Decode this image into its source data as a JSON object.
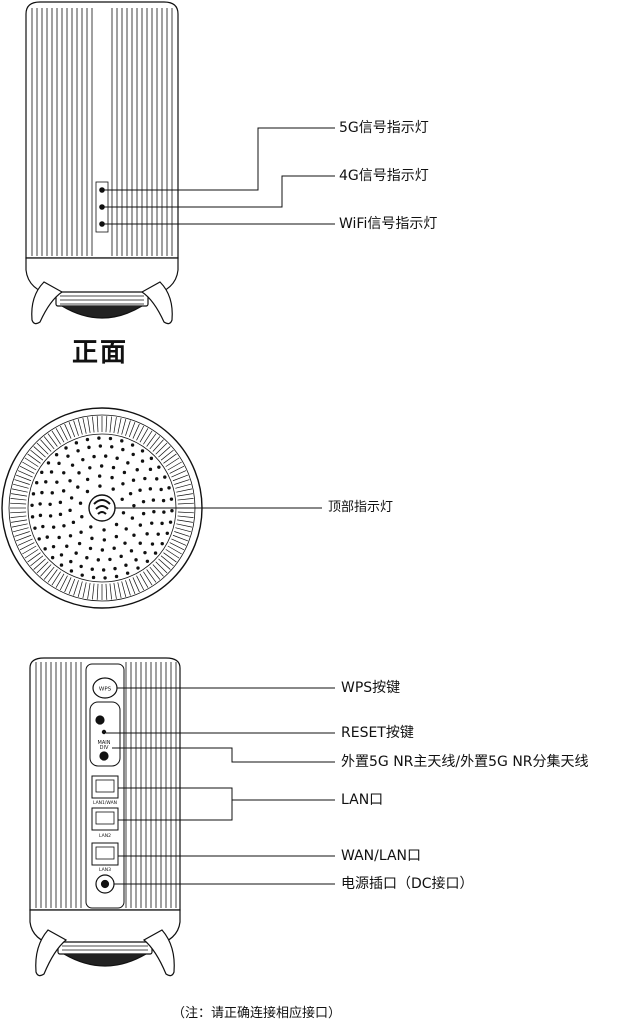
{
  "front": {
    "heading": "正面",
    "labels": {
      "led_5g": "5G信号指示灯",
      "led_4g": "4G信号指示灯",
      "led_wifi": "WiFi信号指示灯"
    }
  },
  "top": {
    "labels": {
      "top_led": "顶部指示灯"
    }
  },
  "back": {
    "labels": {
      "wps": "WPS按键",
      "reset": "RESET按键",
      "antenna": "外置5G NR主天线/外置5G NR分集天线",
      "lan": "LAN口",
      "wan_lan": "WAN/LAN口",
      "power": "电源插口（DC接口）"
    },
    "panel_text": {
      "wps": "WPS",
      "main": "MAIN",
      "div": "DIV",
      "lan1_wan": "LAN1/WAN",
      "lan2": "LAN2",
      "lan3": "LAN3"
    }
  },
  "footer": {
    "note": "（注：请正确连接相应接口）"
  }
}
